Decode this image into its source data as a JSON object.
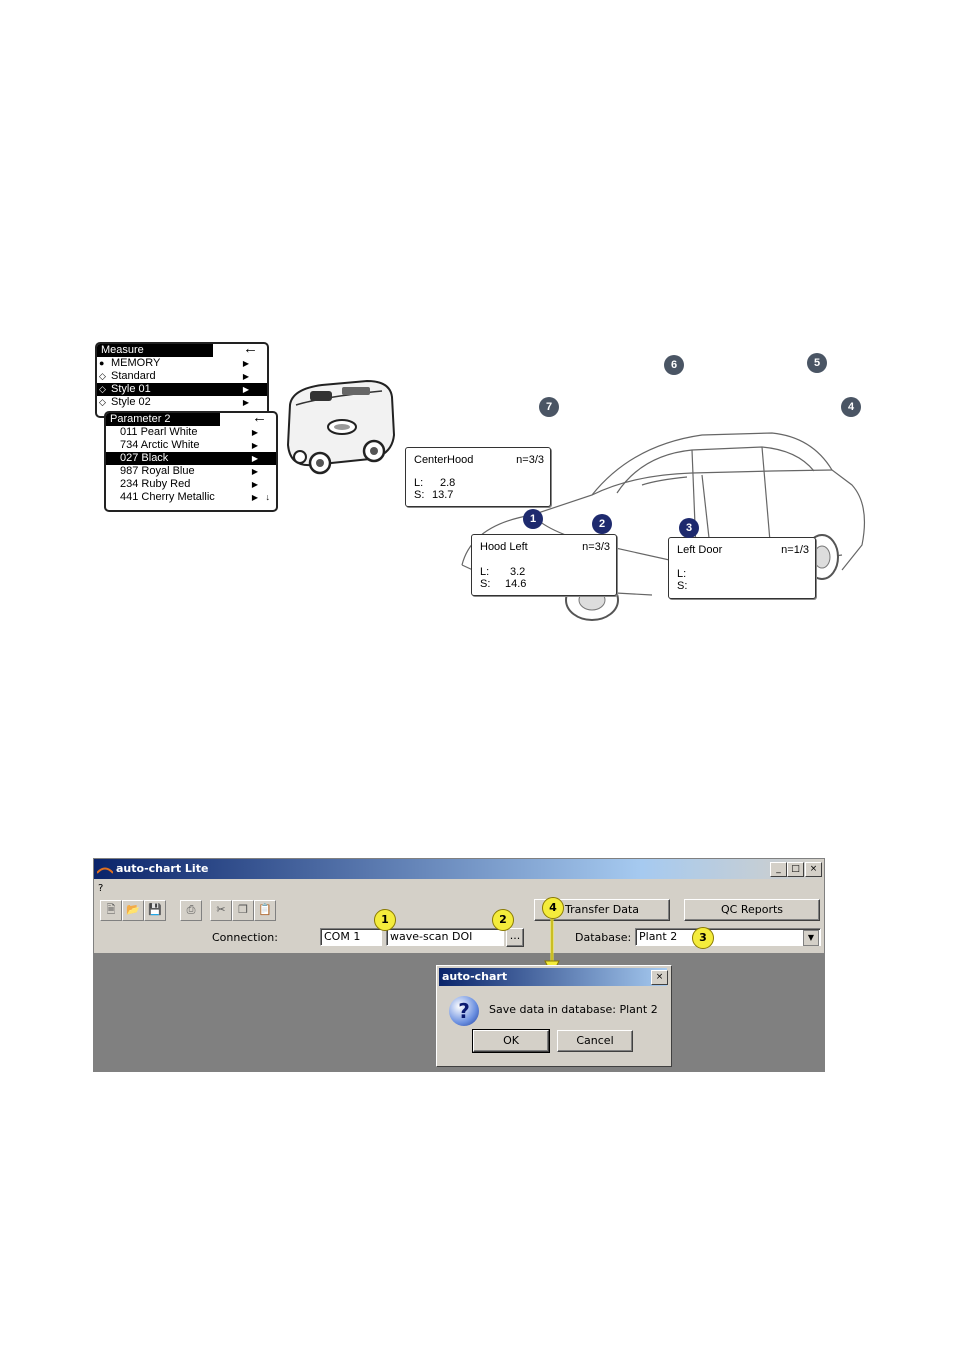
{
  "instrument_menu": {
    "measure_title": "Measure",
    "measure_items": [
      "MEMORY",
      "Standard",
      "Style 01",
      "Style 02"
    ],
    "measure_selected_index": 2,
    "parameter_title": "Parameter 2",
    "parameter_items": [
      "011 Pearl White",
      "734 Arctic White",
      "027 Black",
      "987 Royal Blue",
      "234 Ruby Red",
      "441 Cherry Metallic"
    ],
    "parameter_selected_index": 2
  },
  "callouts": {
    "center_hood": {
      "name": "CenterHood",
      "count": "n=3/3",
      "l_label": "L:",
      "l_value": "2.8",
      "s_label": "S:",
      "s_value": "13.7"
    },
    "hood_left": {
      "name": "Hood Left",
      "count": "n=3/3",
      "l_label": "L:",
      "l_value": "3.2",
      "s_label": "S:",
      "s_value": "14.6"
    },
    "left_door": {
      "name": "Left Door",
      "count": "n=1/3",
      "l_label": "L:",
      "l_value": "",
      "s_label": "S:",
      "s_value": ""
    }
  },
  "car_markers": [
    "1",
    "2",
    "3",
    "4",
    "5",
    "6",
    "7"
  ],
  "app": {
    "title": "auto-chart Lite",
    "menu": "?",
    "window_buttons": {
      "minimize": "_",
      "maximize": "□",
      "close": "×"
    },
    "connection_label": "Connection:",
    "port_value": "COM 1",
    "device_value": "wave-scan DOI",
    "browse_label": "...",
    "transfer_button": "Transfer Data",
    "qc_button": "QC Reports",
    "database_label": "Database:",
    "database_value": "Plant 2",
    "step_markers": [
      "1",
      "2",
      "3",
      "4"
    ],
    "dialog": {
      "title": "auto-chart",
      "close": "×",
      "icon": "?",
      "message": "Save data in database:  Plant 2",
      "ok": "OK",
      "cancel": "Cancel"
    }
  },
  "colors": {
    "marker_blue": "#1e2a6e",
    "marker_grey": "#4a5564",
    "highlight_yellow": "#f4ec3c",
    "titlebar": "#0a246a"
  }
}
